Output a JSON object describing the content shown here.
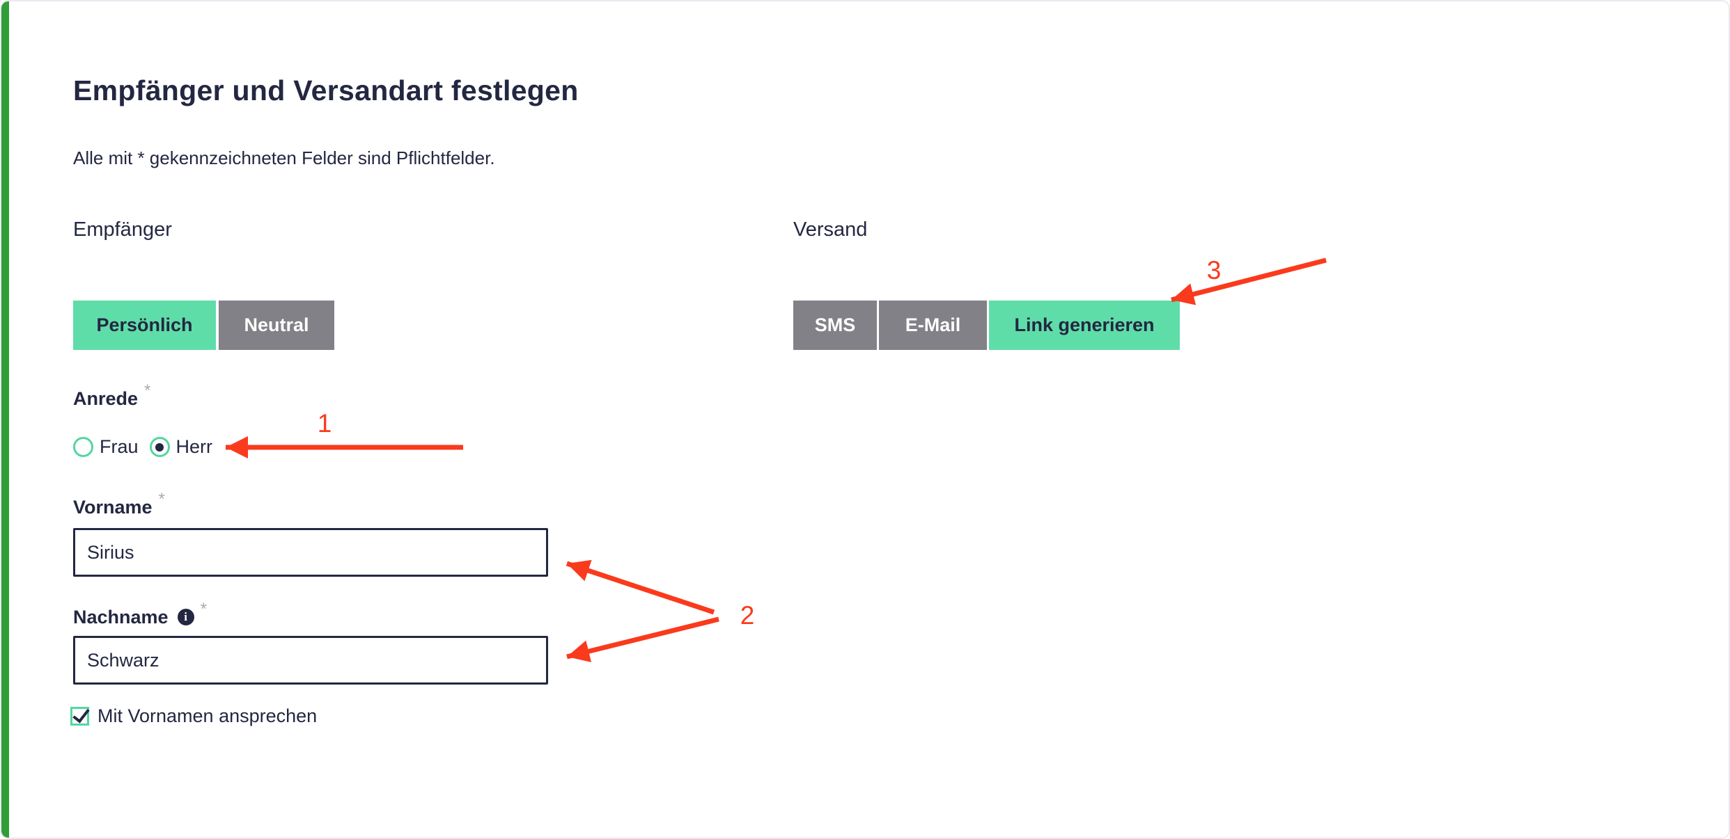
{
  "page": {
    "title": "Empfänger und Versandart festlegen",
    "required_note": "Alle mit * gekennzeichneten Felder sind Pflichtfelder.",
    "required_marker": "*"
  },
  "recipient": {
    "section_label": "Empfänger",
    "tone_options": [
      {
        "label": "Persönlich",
        "active": true
      },
      {
        "label": "Neutral",
        "active": false
      }
    ],
    "salutation": {
      "label": "Anrede",
      "options": [
        {
          "label": "Frau",
          "selected": false
        },
        {
          "label": "Herr",
          "selected": true
        }
      ]
    },
    "first_name": {
      "label": "Vorname",
      "value": "Sirius"
    },
    "last_name": {
      "label": "Nachname",
      "value": "Schwarz"
    },
    "use_first_name": {
      "label": "Mit Vornamen ansprechen",
      "checked": true
    }
  },
  "shipping": {
    "section_label": "Versand",
    "method_options": [
      {
        "label": "SMS",
        "active": false
      },
      {
        "label": "E-Mail",
        "active": false
      },
      {
        "label": "Link generieren",
        "active": true
      }
    ]
  },
  "annotations": [
    "1",
    "2",
    "3"
  ],
  "colors": {
    "accent_green": "#5fdda9",
    "left_bar_green": "#2f9e36",
    "text_navy": "#232741",
    "inactive_gray": "#818187",
    "annotation_red": "#fa3a1c"
  }
}
